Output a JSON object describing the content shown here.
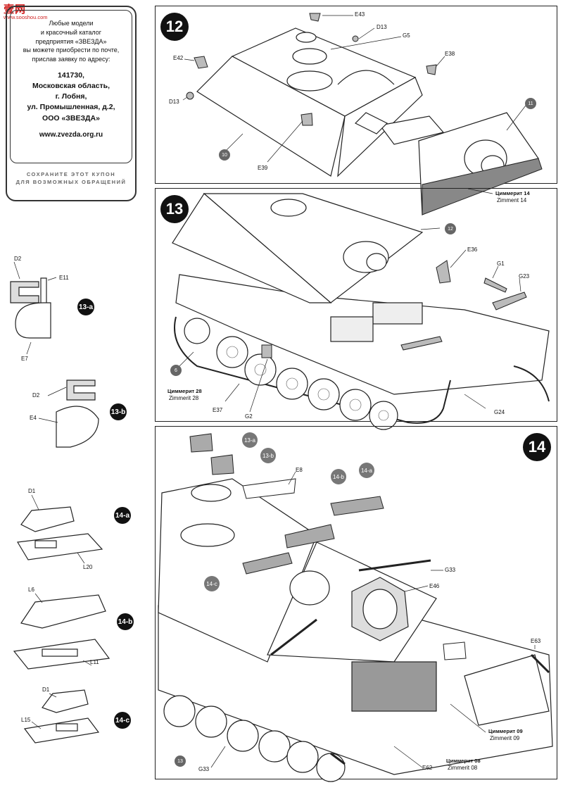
{
  "watermark": {
    "name": "壹网",
    "url": "www.sooshou.com"
  },
  "coupon": {
    "lines": [
      "Любые модели",
      "и красочный каталог",
      "предприятия «ЗВЕЗДА»",
      "вы можете приобрести по почте,",
      "прислав заявку по адресу:"
    ],
    "address": [
      "141730,",
      "Московская область,",
      "г. Лобня,",
      "ул. Промышленная, д.2,",
      "ООО «ЗВЕЗДА»"
    ],
    "website": "www.zvezda.org.ru",
    "footer": [
      "СОХРАНИТЕ ЭТОТ КУПОН",
      "ДЛЯ ВОЗМОЖНЫХ ОБРАЩЕНИЙ"
    ]
  },
  "steps": {
    "s12": {
      "number": "12",
      "parts": {
        "E43": "E43",
        "D13a": "D13",
        "G5": "G5",
        "E38": "E38",
        "E42": "E42",
        "D13b": "D13",
        "E39": "E39",
        "sub10": "10",
        "sub11": "11"
      },
      "zimmerit_ru": "Циммерит 14",
      "zimmerit_en": "Zimment 14"
    },
    "s13": {
      "number": "13",
      "parts": {
        "E36": "E36",
        "G1": "G1",
        "G23": "G23",
        "E37": "E37",
        "G2": "G2",
        "G24": "G24",
        "sub12": "12",
        "sub6": "6"
      },
      "zimmerit_ru": "Циммерит 28",
      "zimmerit_en": "Zimmerit 28"
    },
    "s14": {
      "number": "14",
      "parts": {
        "E8": "E8",
        "G33a": "G33",
        "E46": "E46",
        "E63": "E63",
        "G33b": "G33",
        "E62": "E62",
        "sub13": "13",
        "c13a": "13-a",
        "c13b": "13-b",
        "c14a": "14-a",
        "c14b": "14-b",
        "c14c": "14-c"
      },
      "zim09_ru": "Циммерит 09",
      "zim09_en": "Zimmerit 09",
      "zim08_ru": "Циммерит 08",
      "zim08_en": "Zimmerit 08"
    }
  },
  "subassemblies": {
    "a13": {
      "label": "13-a",
      "parts": {
        "D2": "D2",
        "E11": "E11",
        "E7": "E7"
      }
    },
    "b13": {
      "label": "13-b",
      "parts": {
        "D2": "D2",
        "E4": "E4"
      }
    },
    "a14": {
      "label": "14-a",
      "parts": {
        "D1": "D1",
        "L20": "L20"
      }
    },
    "b14": {
      "label": "14-b",
      "parts": {
        "L6": "L6",
        "L11": "L11"
      }
    },
    "c14": {
      "label": "14-c",
      "parts": {
        "D1": "D1",
        "L15": "L15"
      }
    }
  }
}
